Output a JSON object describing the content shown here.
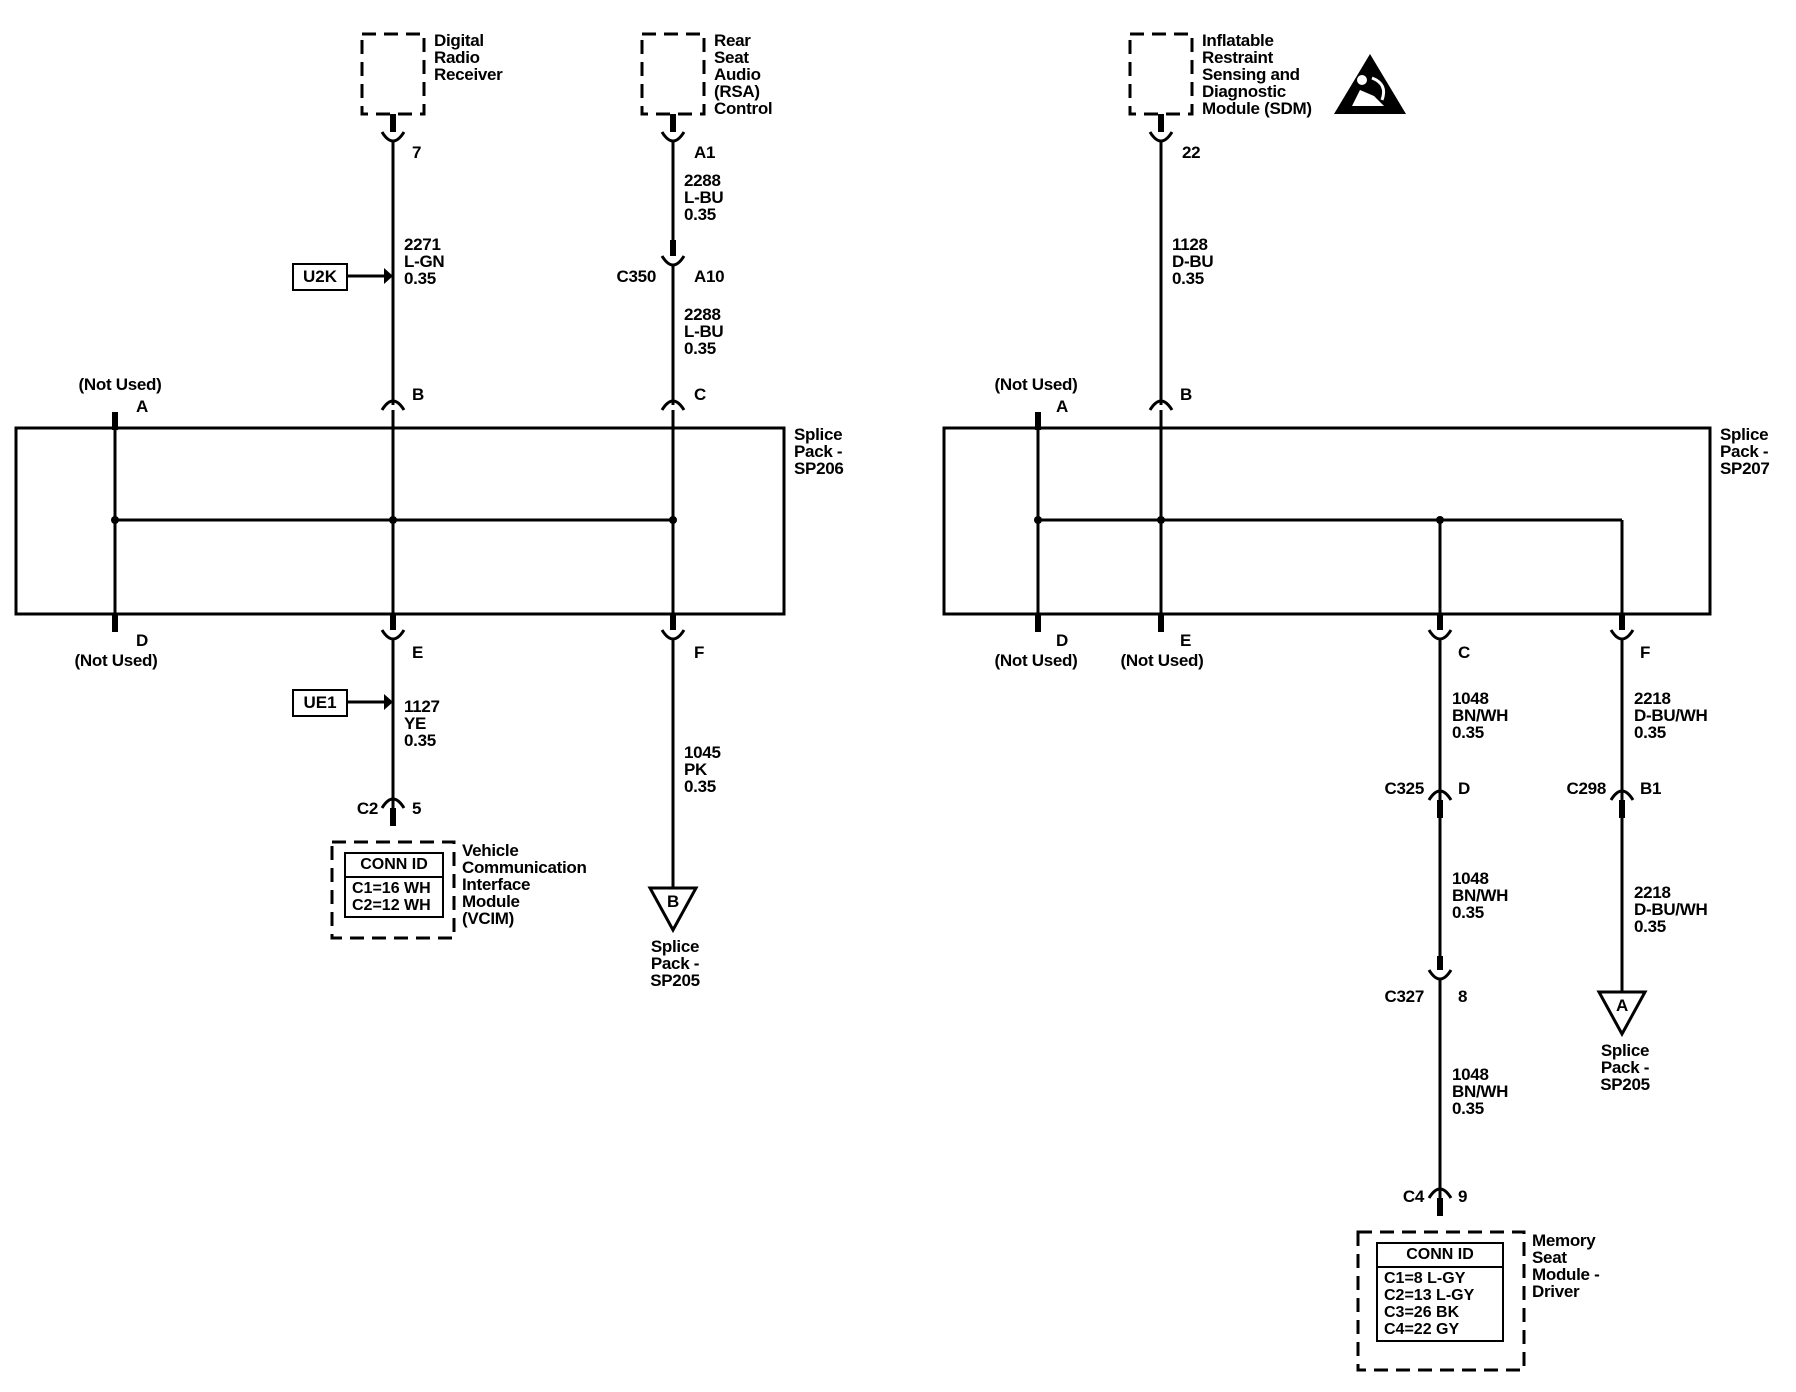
{
  "components": {
    "digital_radio_receiver": "Digital\nRadio\nReceiver",
    "rsa_control": "Rear\nSeat\nAudio\n(RSA)\nControl",
    "sdm": "Inflatable\nRestraint\nSensing and\nDiagnostic\nModule (SDM)",
    "vcim": "Vehicle\nCommunication\nInterface\nModule\n(VCIM)",
    "memory_seat_module": "Memory\nSeat\nModule -\nDriver",
    "splice_pack_sp206": "Splice\nPack -\nSP206",
    "splice_pack_sp207": "Splice\nPack -\nSP207",
    "splice_pack_sp205_b": "Splice\nPack -\nSP205",
    "splice_pack_sp205_a": "Splice\nPack -\nSP205"
  },
  "pins": {
    "radio_pin": "7",
    "rsa_pin": "A1",
    "sdm_pin": "22",
    "sp206_a": "A",
    "sp206_b": "B",
    "sp206_c": "C",
    "sp206_d": "D",
    "sp206_e": "E",
    "sp206_f": "F",
    "sp207_a": "A",
    "sp207_b": "B",
    "sp207_c": "C",
    "sp207_d": "D",
    "sp207_e": "E",
    "sp207_f": "F",
    "c350_pin": "A10",
    "vcim_pin": "5",
    "c325_pin": "D",
    "c298_pin": "B1",
    "c327_pin": "8",
    "msm_pin": "9",
    "not_used": "(Not Used)"
  },
  "connectors": {
    "c350": "C350",
    "c2": "C2",
    "c325": "C325",
    "c298": "C298",
    "c327": "C327",
    "c4": "C4"
  },
  "wires": {
    "w2271": "2271\nL-GN\n0.35",
    "w2288_top": "2288\nL-BU\n0.35",
    "w2288_bot": "2288\nL-BU\n0.35",
    "w1128": "1128\nD-BU\n0.35",
    "w1127": "1127\nYE\n0.35",
    "w1045": "1045\nPK\n0.35",
    "w1048_1": "1048\nBN/WH\n0.35",
    "w1048_2": "1048\nBN/WH\n0.35",
    "w1048_3": "1048\nBN/WH\n0.35",
    "w2218_1": "2218\nD-BU/WH\n0.35",
    "w2218_2": "2218\nD-BU/WH\n0.35"
  },
  "refs": {
    "u2k": "U2K",
    "ue1": "UE1",
    "offpage_b": "B",
    "offpage_a": "A"
  },
  "conn_id": {
    "vcim_header": "CONN ID",
    "vcim_rows": "C1=16 WH\nC2=12 WH",
    "msm_header": "CONN ID",
    "msm_rows": "C1=8 L-GY\nC2=13 L-GY\nC3=26 BK\nC4=22 GY"
  },
  "icons": {
    "airbag_warning": "airbag-warning-icon"
  }
}
